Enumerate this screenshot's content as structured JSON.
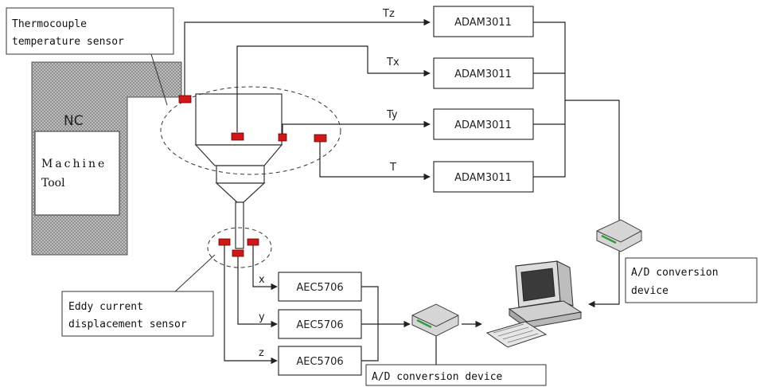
{
  "callouts": {
    "thermocouple_line1": "Thermocouple",
    "thermocouple_line2": "temperature sensor",
    "eddy_line1": "Eddy current",
    "eddy_line2": "displacement sensor",
    "ad_right_line1": "A/D conversion",
    "ad_right_line2": "device",
    "ad_bottom": "A/D conversion device"
  },
  "machine": {
    "nc_label": "NC",
    "tool_line1": "Machine",
    "tool_line2": "Tool"
  },
  "temperature_channels": [
    {
      "signal": "Tz",
      "module": "ADAM3011"
    },
    {
      "signal": "Tx",
      "module": "ADAM3011"
    },
    {
      "signal": "Ty",
      "module": "ADAM3011"
    },
    {
      "signal": "T",
      "module": "ADAM3011"
    }
  ],
  "displacement_channels": [
    {
      "signal": "x",
      "module": "AEC5706"
    },
    {
      "signal": "y",
      "module": "AEC5706"
    },
    {
      "signal": "z",
      "module": "AEC5706"
    }
  ],
  "colors": {
    "sensor": "#d01818",
    "line": "#222222",
    "hatch": "#8a8a8a"
  }
}
